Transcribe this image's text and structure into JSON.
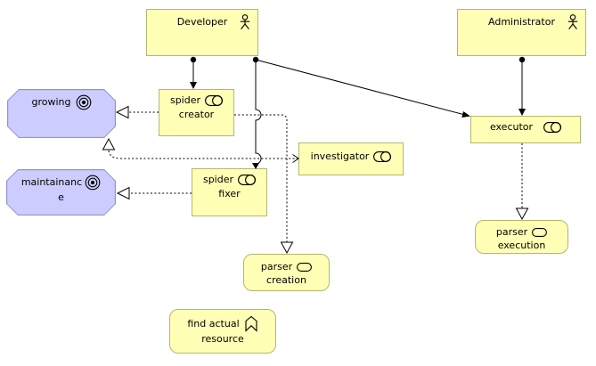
{
  "colors": {
    "yellow_fill": "#ffffb5",
    "yellow_border": "#b5b573",
    "purple_fill": "#ccccff",
    "purple_border": "#9393c9",
    "line_color": "#000000"
  },
  "diagram": {
    "nodes": {
      "developer": {
        "label": "Developer",
        "lines": [
          "Developer"
        ],
        "icon": "actor-icon",
        "type": "business-actor"
      },
      "administrator": {
        "label": "Administrator",
        "lines": [
          "Administrator"
        ],
        "icon": "actor-icon",
        "type": "business-actor"
      },
      "growing": {
        "label": "growing",
        "lines": [
          "growing"
        ],
        "icon": "goal-icon",
        "type": "goal"
      },
      "spider_creator": {
        "label": "spider creator",
        "lines": [
          "spider",
          "creator"
        ],
        "icon": "component-icon",
        "type": "application-component"
      },
      "executor": {
        "label": "executor",
        "lines": [
          "executor"
        ],
        "icon": "component-icon",
        "type": "application-component"
      },
      "investigator": {
        "label": "investigator",
        "lines": [
          "investigator"
        ],
        "icon": "component-icon",
        "type": "application-component"
      },
      "spider_fixer": {
        "label": "spider fixer",
        "lines": [
          "spider",
          "fixer"
        ],
        "icon": "component-icon",
        "type": "application-component"
      },
      "maintainance": {
        "label": "maintainance",
        "lines": [
          "maintainanc",
          "e"
        ],
        "icon": "goal-icon",
        "type": "goal"
      },
      "parser_execution": {
        "label": "parser execution",
        "lines": [
          "parser",
          "execution"
        ],
        "icon": "service-icon",
        "type": "application-service"
      },
      "parser_creation": {
        "label": "parser creation",
        "lines": [
          "parser",
          "creation"
        ],
        "icon": "service-icon",
        "type": "application-service"
      },
      "find_actual_resource": {
        "label": "find actual resource",
        "lines": [
          "find actual",
          "resource"
        ],
        "icon": "function-icon",
        "type": "function"
      }
    },
    "connectors": [
      {
        "source": "developer",
        "target": "spider_creator",
        "type": "assignment"
      },
      {
        "source": "developer",
        "target": "spider_fixer",
        "type": "assignment"
      },
      {
        "source": "developer",
        "target": "executor",
        "type": "assignment"
      },
      {
        "source": "administrator",
        "target": "executor",
        "type": "assignment"
      },
      {
        "source": "executor",
        "target": "parser_execution",
        "type": "realization"
      },
      {
        "source": "spider_creator",
        "target": "growing",
        "type": "realization"
      },
      {
        "source": "spider_fixer",
        "target": "maintainance",
        "type": "realization"
      },
      {
        "source": "spider_creator",
        "target": "parser_creation",
        "type": "realization"
      },
      {
        "source": "investigator",
        "target": "growing",
        "type": "realization"
      },
      {
        "source": "spider_creator",
        "target": "investigator",
        "type": "flow"
      }
    ]
  }
}
